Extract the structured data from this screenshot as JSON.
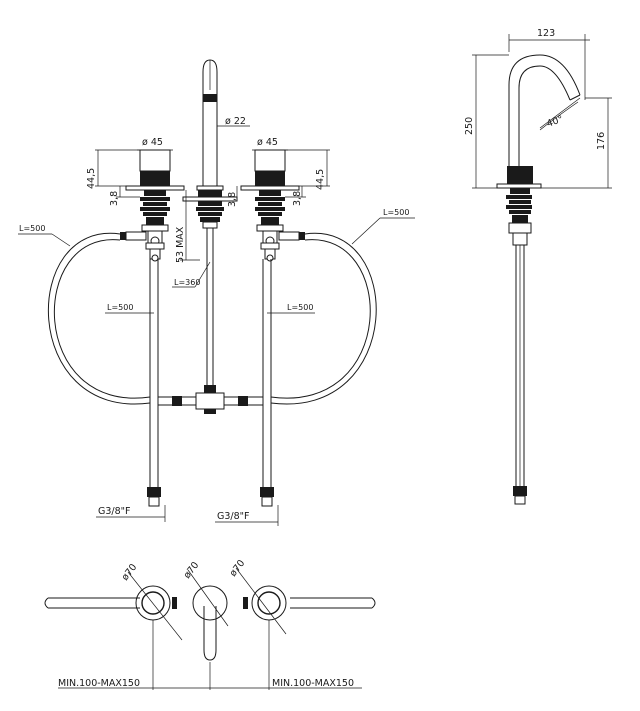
{
  "front": {
    "dia_left": "ø 45",
    "dia_spout": "ø 22",
    "dia_right": "ø 45",
    "h_left_body": "44,5",
    "h_left_nut": "3,8",
    "h_spout_nut": "3,8",
    "h_right_body": "44,5",
    "h_right_nut": "3,8",
    "deck_max": "53 MAX",
    "hose_outer_left": "L=500",
    "hose_outer_right": "L=500",
    "hose_vert_left": "L=500",
    "hose_vert_right": "L=500",
    "hose_center": "L=360",
    "conn_left": "G3/8\"F",
    "conn_right": "G3/8\"F"
  },
  "side": {
    "reach": "123",
    "height_total": "250",
    "height_outlet": "176",
    "angle": "40°"
  },
  "plan": {
    "dia_left": "ø70",
    "dia_center": "ø70",
    "dia_right": "ø70",
    "spacing_left": "MIN.100-MAX150",
    "spacing_right": "MIN.100-MAX150"
  }
}
